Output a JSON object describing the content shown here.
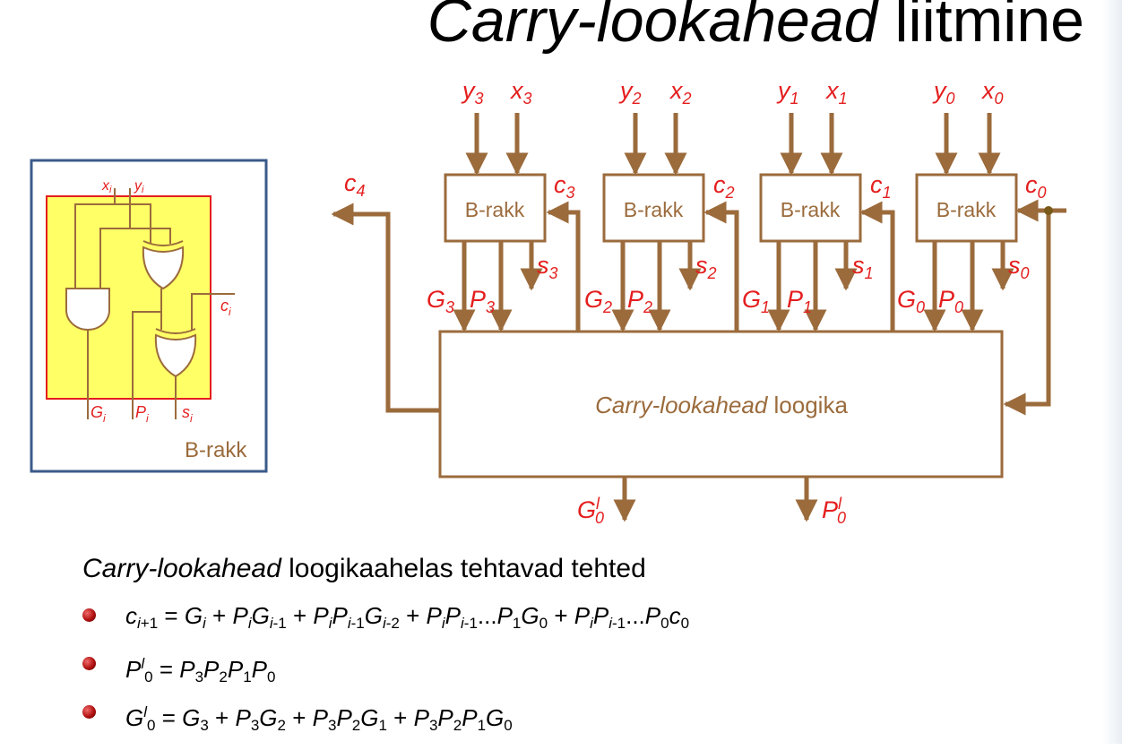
{
  "title": {
    "italic_part": "Carry-lookahead",
    "rest": " liitmine"
  },
  "inset": {
    "label_xi": "x",
    "label_xi_sub": "i",
    "label_yi": "y",
    "label_yi_sub": "i",
    "label_ci": "c",
    "label_ci_sub": "i",
    "label_gi": "G",
    "label_gi_sub": "i",
    "label_pi": "P",
    "label_pi_sub": "i",
    "label_si": "s",
    "label_si_sub": "i",
    "caption": "B-rakk"
  },
  "cells": [
    {
      "label": "B-rakk",
      "y": "y",
      "x": "x",
      "idx": "3",
      "c_in": "c",
      "c_in_idx": "3",
      "s": "s",
      "g": "G",
      "p": "P"
    },
    {
      "label": "B-rakk",
      "y": "y",
      "x": "x",
      "idx": "2",
      "c_in": "c",
      "c_in_idx": "2",
      "s": "s",
      "g": "G",
      "p": "P"
    },
    {
      "label": "B-rakk",
      "y": "y",
      "x": "x",
      "idx": "1",
      "c_in": "c",
      "c_in_idx": "1",
      "s": "s",
      "g": "G",
      "p": "P"
    },
    {
      "label": "B-rakk",
      "y": "y",
      "x": "x",
      "idx": "0",
      "c_in": "c",
      "c_in_idx": "0",
      "s": "s",
      "g": "G",
      "p": "P"
    }
  ],
  "c4": {
    "text": "c",
    "sub": "4"
  },
  "cla_box": {
    "italic_part": "Carry-lookahead",
    "rest": " loogika"
  },
  "outputs": {
    "g": {
      "text": "G",
      "sup": "l",
      "sub": "0"
    },
    "p": {
      "text": "P",
      "sup": "l",
      "sub": "0"
    }
  },
  "bottom": {
    "heading_italic": "Carry-lookahead",
    "heading_rest": " loogikaahelas tehtavad tehted",
    "bullets": [
      "c_{i+1} = G_i + P_iG_{i-1} + P_iP_{i-1}G_{i-2} + P_iP_{i-1}...P_1G_0 + P_iP_{i-1}...P_0c_0",
      "P^l_0 = P_3P_2P_1P_0",
      "G^l_0 = G_3 + P_3G_2 + P_3P_2G_1 + P_3P_2P_1G_0"
    ]
  },
  "colors": {
    "wire": "#9b6b3c",
    "label_red": "#e41e1e",
    "inset_fill": "#ffff66",
    "inset_border": "#3b5a8a"
  }
}
